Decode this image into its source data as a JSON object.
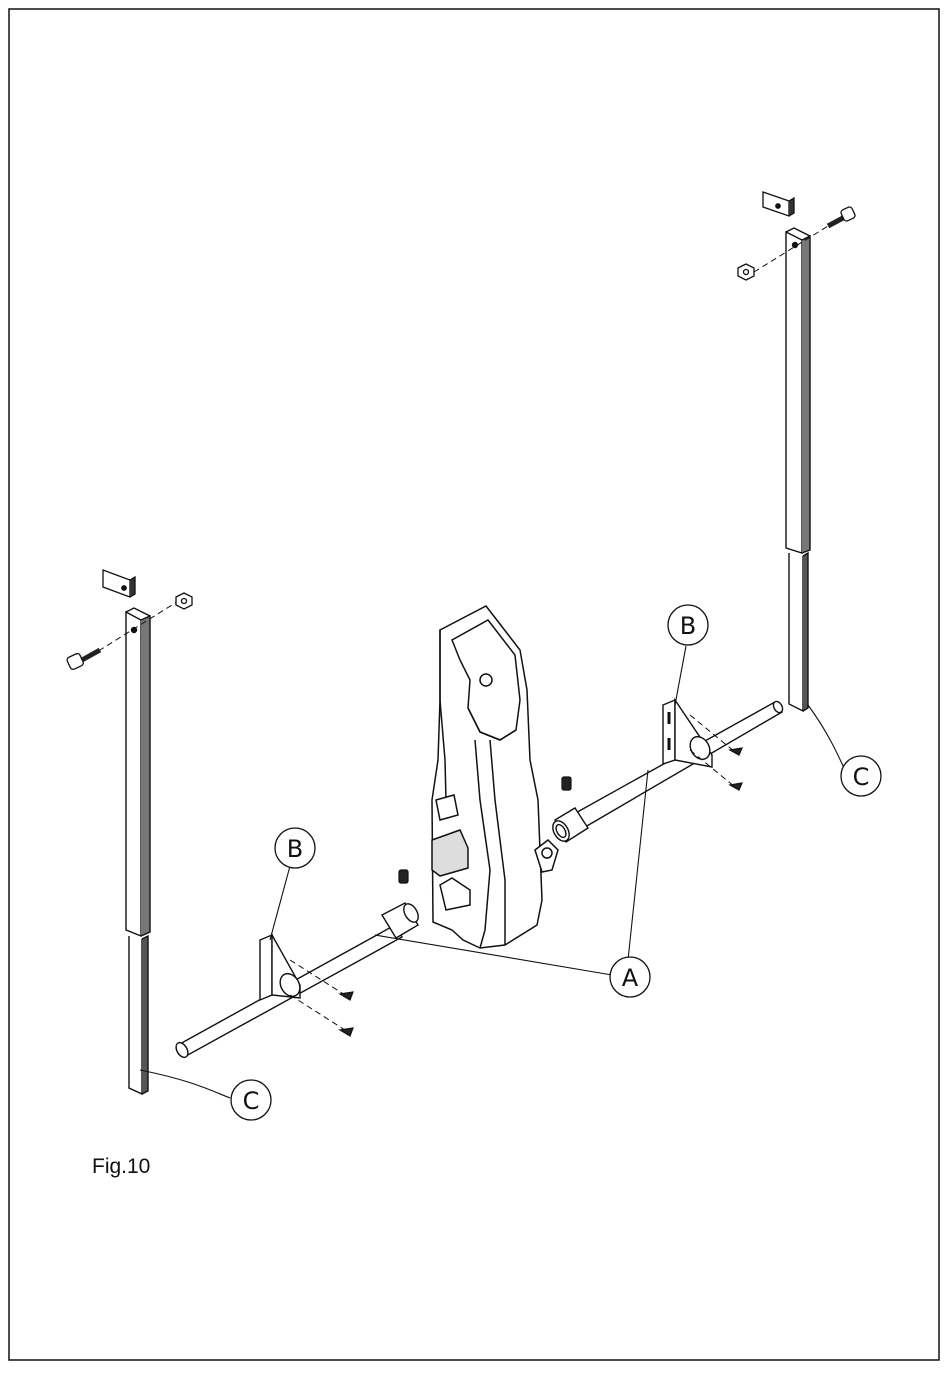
{
  "figure": {
    "label": "Fig.10"
  },
  "callouts": {
    "a": "A",
    "b": "B",
    "c": "C"
  },
  "colors": {
    "line": "#111111",
    "dark": "#222222",
    "light": "#f4f4f4"
  }
}
